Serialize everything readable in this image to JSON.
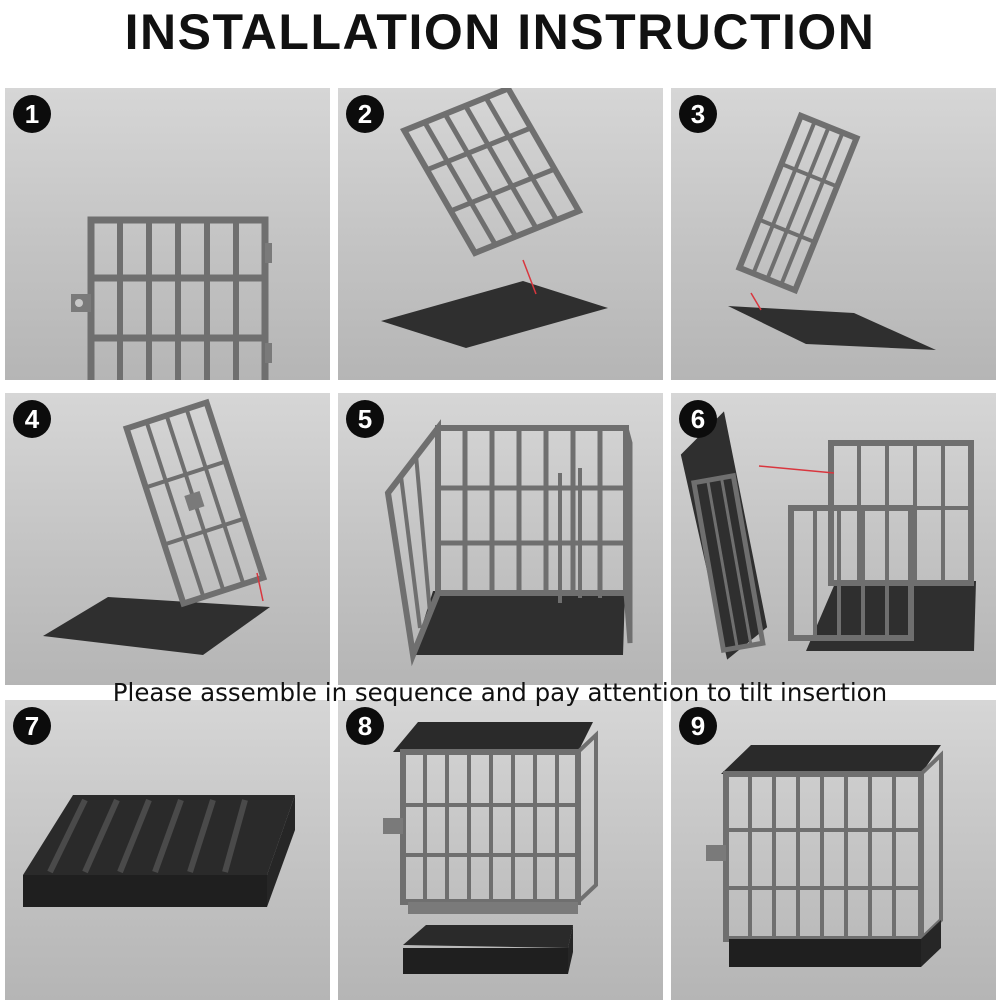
{
  "title": "INSTALLATION INSTRUCTION",
  "note": "Please assemble in sequence and pay attention to tilt insertion",
  "steps": [
    {
      "number": "1"
    },
    {
      "number": "2"
    },
    {
      "number": "3"
    },
    {
      "number": "4"
    },
    {
      "number": "5"
    },
    {
      "number": "6"
    },
    {
      "number": "7"
    },
    {
      "number": "8"
    },
    {
      "number": "9"
    }
  ],
  "colors": {
    "panel_bg": "#c8c8c8",
    "bars": "#6f6f6f",
    "base": "#2f2f2f",
    "guide": "#d9363e"
  }
}
